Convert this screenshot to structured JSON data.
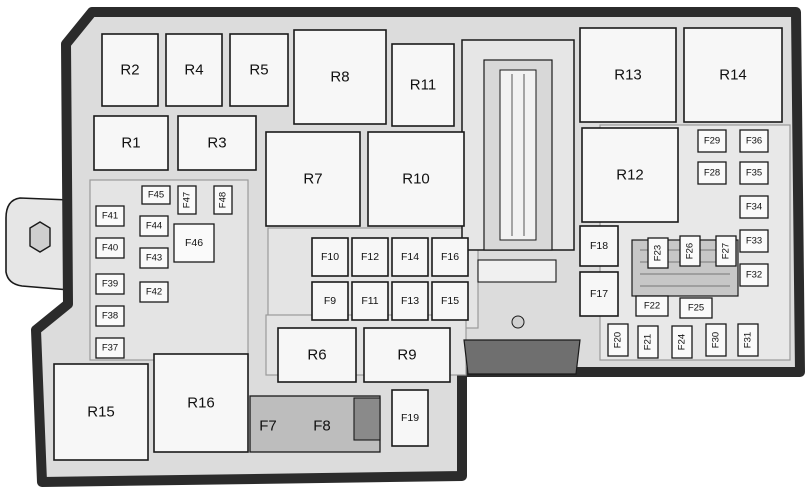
{
  "colors": {
    "housing_outer": "#2b2b2b",
    "housing_inner": "#dcdcdc",
    "slot": "#f7f7f7",
    "detail": "#bdbdbd",
    "stroke": "#1a1a1a"
  },
  "relays": {
    "r1": "R1",
    "r2": "R2",
    "r3": "R3",
    "r4": "R4",
    "r5": "R5",
    "r6": "R6",
    "r7": "R7",
    "r8": "R8",
    "r9": "R9",
    "r10": "R10",
    "r11": "R11",
    "r12": "R12",
    "r13": "R13",
    "r14": "R14",
    "r15": "R15",
    "r16": "R16"
  },
  "fuses": {
    "f7": "F7",
    "f8": "F8",
    "f9": "F9",
    "f10": "F10",
    "f11": "F11",
    "f12": "F12",
    "f13": "F13",
    "f14": "F14",
    "f15": "F15",
    "f16": "F16",
    "f17": "F17",
    "f18": "F18",
    "f19": "F19",
    "f20": "F20",
    "f21": "F21",
    "f22": "F22",
    "f23": "F23",
    "f24": "F24",
    "f25": "F25",
    "f26": "F26",
    "f27": "F27",
    "f28": "F28",
    "f29": "F29",
    "f30": "F30",
    "f31": "F31",
    "f32": "F32",
    "f33": "F33",
    "f34": "F34",
    "f35": "F35",
    "f36": "F36",
    "f37": "F37",
    "f38": "F38",
    "f39": "F39",
    "f40": "F40",
    "f41": "F41",
    "f42": "F42",
    "f43": "F43",
    "f44": "F44",
    "f45": "F45",
    "f46": "F46",
    "f47": "F47",
    "f48": "F48"
  }
}
